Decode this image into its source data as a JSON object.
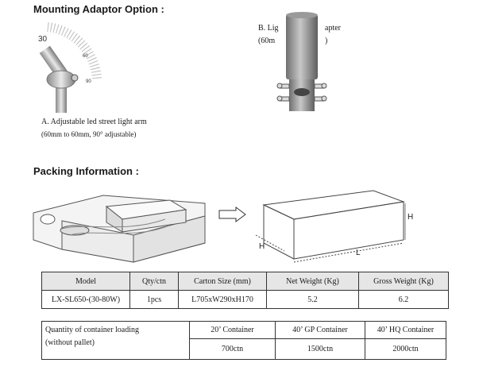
{
  "mounting": {
    "title": "Mounting Adaptor Option :",
    "a_line1": "A.  Adjustable led street light arm",
    "a_line2": "(60mm to 60mm, 90° adjustable)",
    "b_line1_left": "B.  Lig",
    "b_line1_right": "apter",
    "b_line2_left": "(60m",
    "b_line2_right": ")",
    "dial_labels": [
      "30",
      "60",
      "90"
    ]
  },
  "packing": {
    "title": "Packing Information :",
    "dims": {
      "height": "H",
      "width": "H",
      "length": "L"
    }
  },
  "product_table": {
    "headers": [
      "Model",
      "Qty/ctn",
      "Carton Size (mm)",
      "Net Weight (Kg)",
      "Gross Weight (Kg)"
    ],
    "row": [
      "LX-SL650-(30-80W)",
      "1pcs",
      "L705xW290xH170",
      "5.2",
      "6.2"
    ]
  },
  "container_table": {
    "label_line1": "Quantity of container loading",
    "label_line2": "(without pallet)",
    "headers": [
      "20’ Container",
      "40’ GP Container",
      "40’ HQ Container"
    ],
    "values": [
      "700ctn",
      "1500ctn",
      "2000ctn"
    ]
  }
}
